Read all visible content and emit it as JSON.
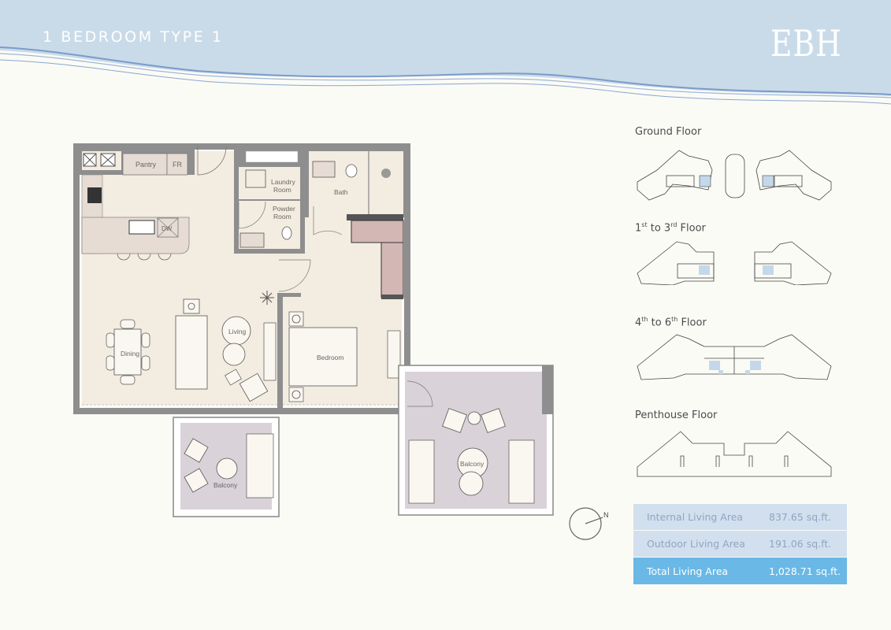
{
  "header": {
    "title": "1 BEDROOM TYPE 1",
    "logo": "EBH",
    "background_color": "#c9dbe8",
    "wave_color": "#7c9bcb"
  },
  "floor_plan": {
    "rooms": {
      "pantry": "Pantry",
      "fridge": "FR",
      "dishwasher": "DW",
      "laundry_line1": "Laundry",
      "laundry_line2": "Room",
      "powder_line1": "Powder",
      "powder_line2": "Room",
      "bath": "Bath",
      "living": "Living",
      "dining": "Dining",
      "bedroom": "Bedroom",
      "balcony_left": "Balcony",
      "balcony_right": "Balcony"
    },
    "colors": {
      "wall": "#8e8e8e",
      "interior_floor": "#f3ece0",
      "balcony_floor": "#d9d2d8",
      "cabinet": "#e6dcd4",
      "wardrobe": "#d2b7b4"
    }
  },
  "compass": {
    "label": "N"
  },
  "key_plans": [
    {
      "label_main": "Ground Floor",
      "sup1": "",
      "mid": "",
      "sup2": "",
      "end": ""
    },
    {
      "label_main": "1",
      "sup1": "st",
      "mid": " to 3",
      "sup2": "rd",
      "end": " Floor"
    },
    {
      "label_main": "4",
      "sup1": "th",
      "mid": " to 6",
      "sup2": "th",
      "end": " Floor"
    },
    {
      "label_main": "Penthouse Floor",
      "sup1": "",
      "mid": "",
      "sup2": "",
      "end": ""
    }
  ],
  "areas": [
    {
      "label": "Internal Living Area",
      "value": "837.65 sq.ft."
    },
    {
      "label": "Outdoor Living Area",
      "value": "191.06 sq.ft."
    },
    {
      "label": "Total Living Area",
      "value": "1,028.71 sq.ft."
    }
  ],
  "highlight_color": "#c5d8ea",
  "total_row_color": "#6ab8e6"
}
